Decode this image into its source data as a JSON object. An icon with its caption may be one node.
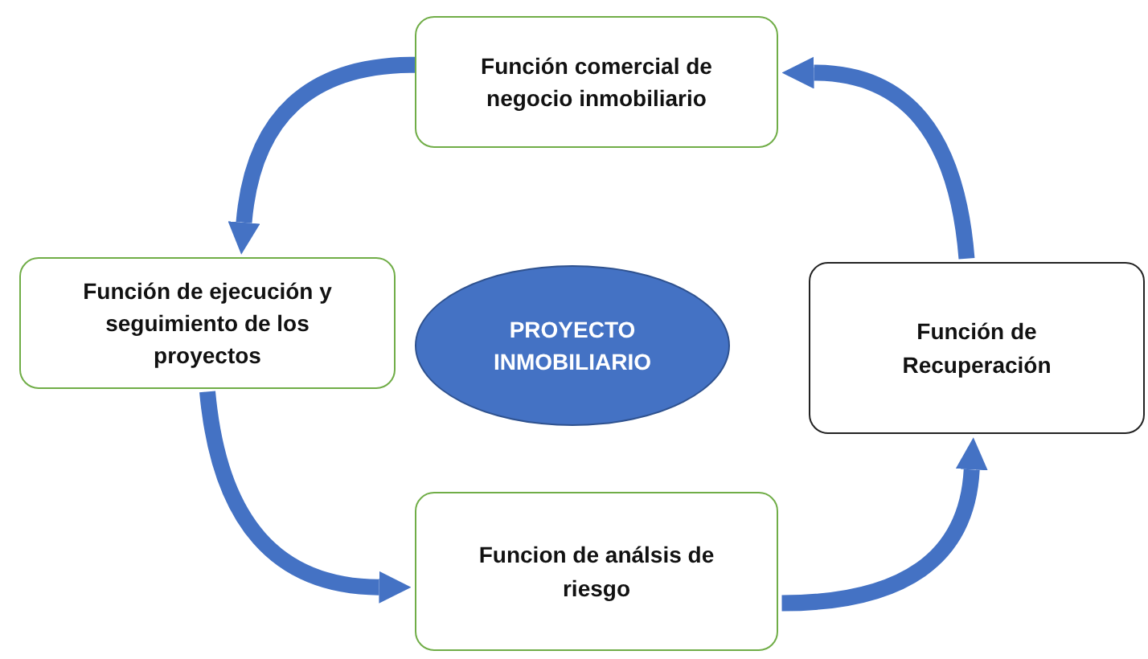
{
  "diagram": {
    "nodes": [
      {
        "text": [
          "Función comercial de negocio inmobiliario"
        ]
      },
      {
        "text": [
          "Función de ejecución y seguimiento de los proyectos"
        ]
      },
      {
        "text": [
          "PROYECTO INMOBILIARIO"
        ]
      },
      {
        "text": [
          "Función de Recuperación"
        ]
      },
      {
        "text": [
          "Funcion de análsis de riesgo"
        ]
      }
    ],
    "edges": [
      {
        "from": 0,
        "to": 1,
        "arrow": "to"
      },
      {
        "from": 1,
        "to": 4,
        "arrow": "to"
      },
      {
        "from": 4,
        "to": 3,
        "arrow": "to"
      },
      {
        "from": 3,
        "to": 0,
        "arrow": "to"
      }
    ]
  }
}
